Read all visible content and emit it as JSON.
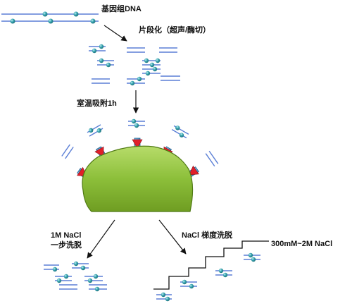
{
  "labels": {
    "genomic_dna": "基因组DNA",
    "fragmentation": "片段化（超声/酶切）",
    "adsorption": "室温吸附1h",
    "step_elution_line1": "1M NaCl",
    "step_elution_line2": "一步洗脱",
    "gradient_elution": "NaCl 梯度洗脱",
    "gradient_range": "300mM~2M NaCl"
  },
  "colors": {
    "dna_line": "#5b7fd6",
    "dot_fill": "#3aa7b3",
    "dot_highlight": "#c8f0f2",
    "bead_fill": "#8cbf3a",
    "bead_light": "#b7dc6a",
    "bead_stroke": "#4f7a14",
    "ligand_triangle": "#e0202a",
    "ligand_tip": "#3f8fc4",
    "arrow": "#111111"
  },
  "icons": {
    "bead": "affinity-bead",
    "ligand": "ligand-arrow-icon",
    "fragment": "dna-fragment"
  }
}
